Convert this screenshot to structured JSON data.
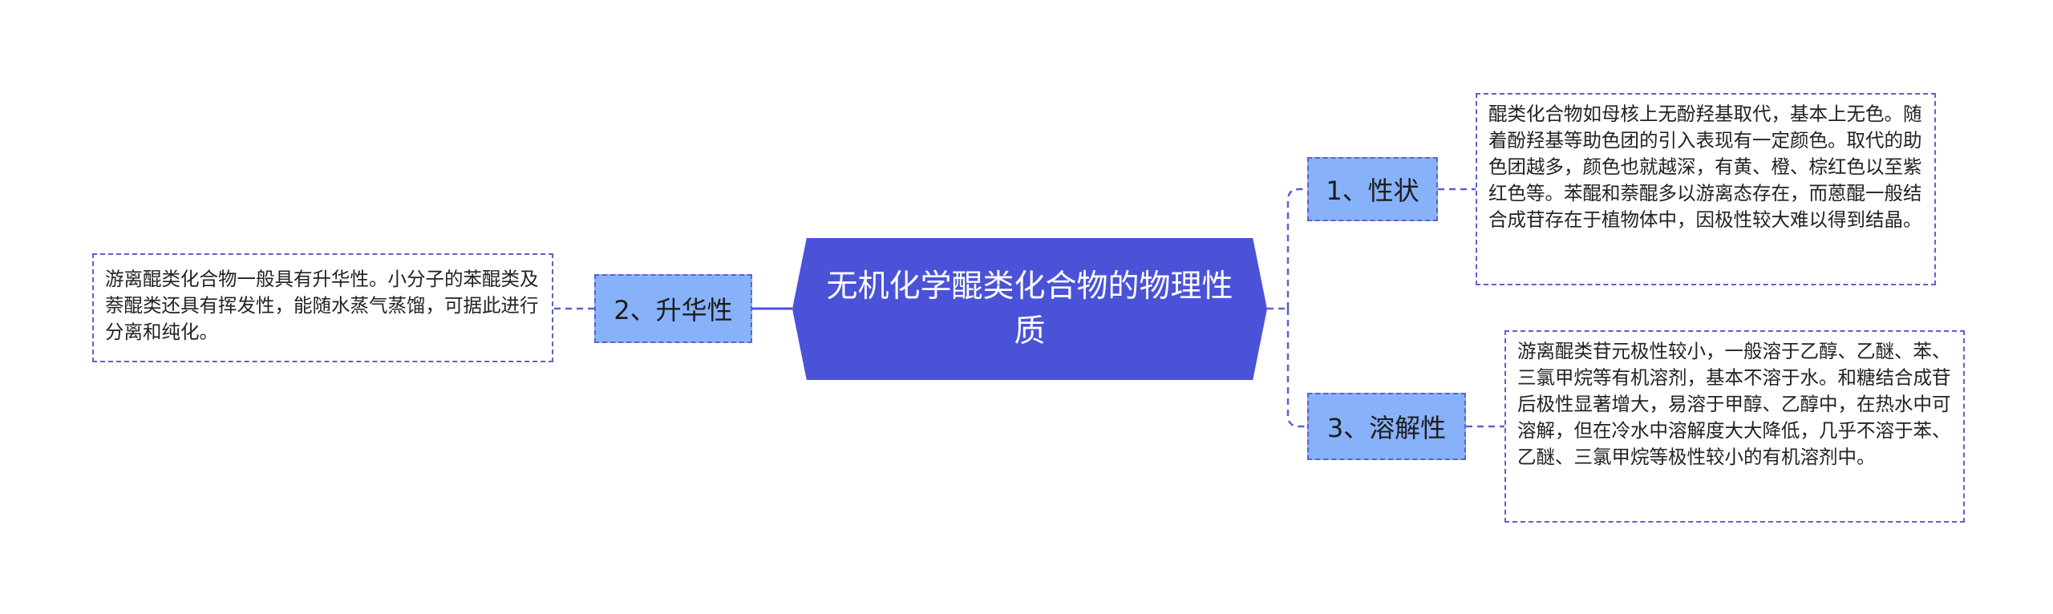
{
  "central": {
    "title": "无机化学醌类化合物的物理性质"
  },
  "branches": [
    {
      "label": "1、性状",
      "detail": "醌类化合物如母核上无酚羟基取代，基本上无色。随着酚羟基等助色团的引入表现有一定颜色。取代的助色团越多，颜色也就越深，有黄、橙、棕红色以至紫红色等。苯醌和萘醌多以游离态存在，而蒽醌一般结合成苷存在于植物体中，因极性较大难以得到结晶。"
    },
    {
      "label": "2、升华性",
      "detail": "游离醌类化合物一般具有升华性。小分子的苯醌类及萘醌类还具有挥发性，能随水蒸气蒸馏，可据此进行分离和纯化。"
    },
    {
      "label": "3、溶解性",
      "detail": "游离醌类苷元极性较小，一般溶于乙醇、乙醚、苯、三氯甲烷等有机溶剂，基本不溶于水。和糖结合成苷后极性显著增大，易溶于甲醇、乙醇中，在热水中可溶解，但在冷水中溶解度大大降低，几乎不溶于苯、乙醚、三氯甲烷等极性较小的有机溶剂中。"
    }
  ],
  "colors": {
    "central_fill": "#4a52d8",
    "branch_fill": "#87b1f8",
    "connector": "#5b62cc",
    "leaf_border": "#5b62cc"
  }
}
